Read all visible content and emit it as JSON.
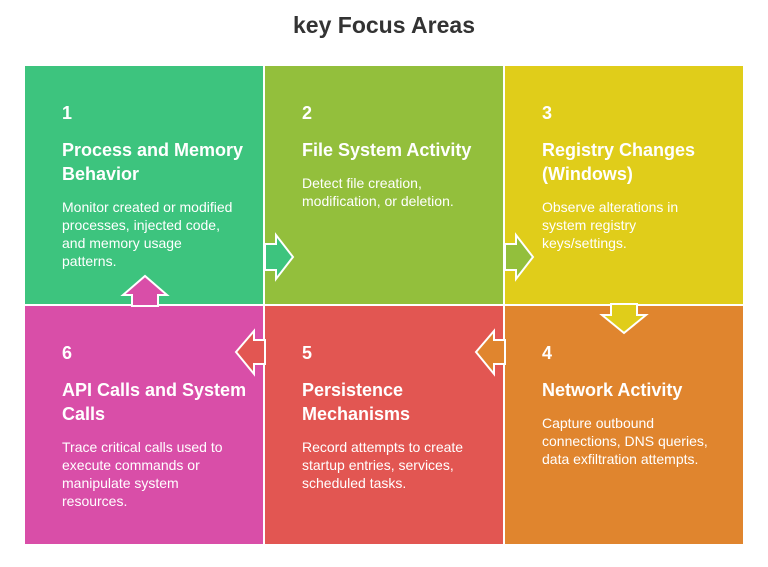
{
  "title": "key Focus Areas",
  "steps": [
    {
      "number": "1",
      "heading": "Process and Memory Behavior",
      "description": "Monitor created or modified processes, injected code, and memory usage patterns.",
      "color": "#3dc47e"
    },
    {
      "number": "2",
      "heading": "File System Activity",
      "description": "Detect file creation, modification, or deletion.",
      "color": "#93bf3c"
    },
    {
      "number": "3",
      "heading": "Registry Changes (Windows)",
      "description": "Observe alterations in system registry keys/settings.",
      "color": "#e0cd1a"
    },
    {
      "number": "4",
      "heading": "Network Activity",
      "description": "Capture outbound connections, DNS queries, data exfiltration attempts.",
      "color": "#e0852e"
    },
    {
      "number": "5",
      "heading": "Persistence Mechanisms",
      "description": "Record attempts to create startup entries, services, scheduled tasks.",
      "color": "#e25652"
    },
    {
      "number": "6",
      "heading": "API Calls and System Calls",
      "description": "Trace critical calls used to execute commands or manipulate system resources.",
      "color": "#d94ea8"
    }
  ]
}
